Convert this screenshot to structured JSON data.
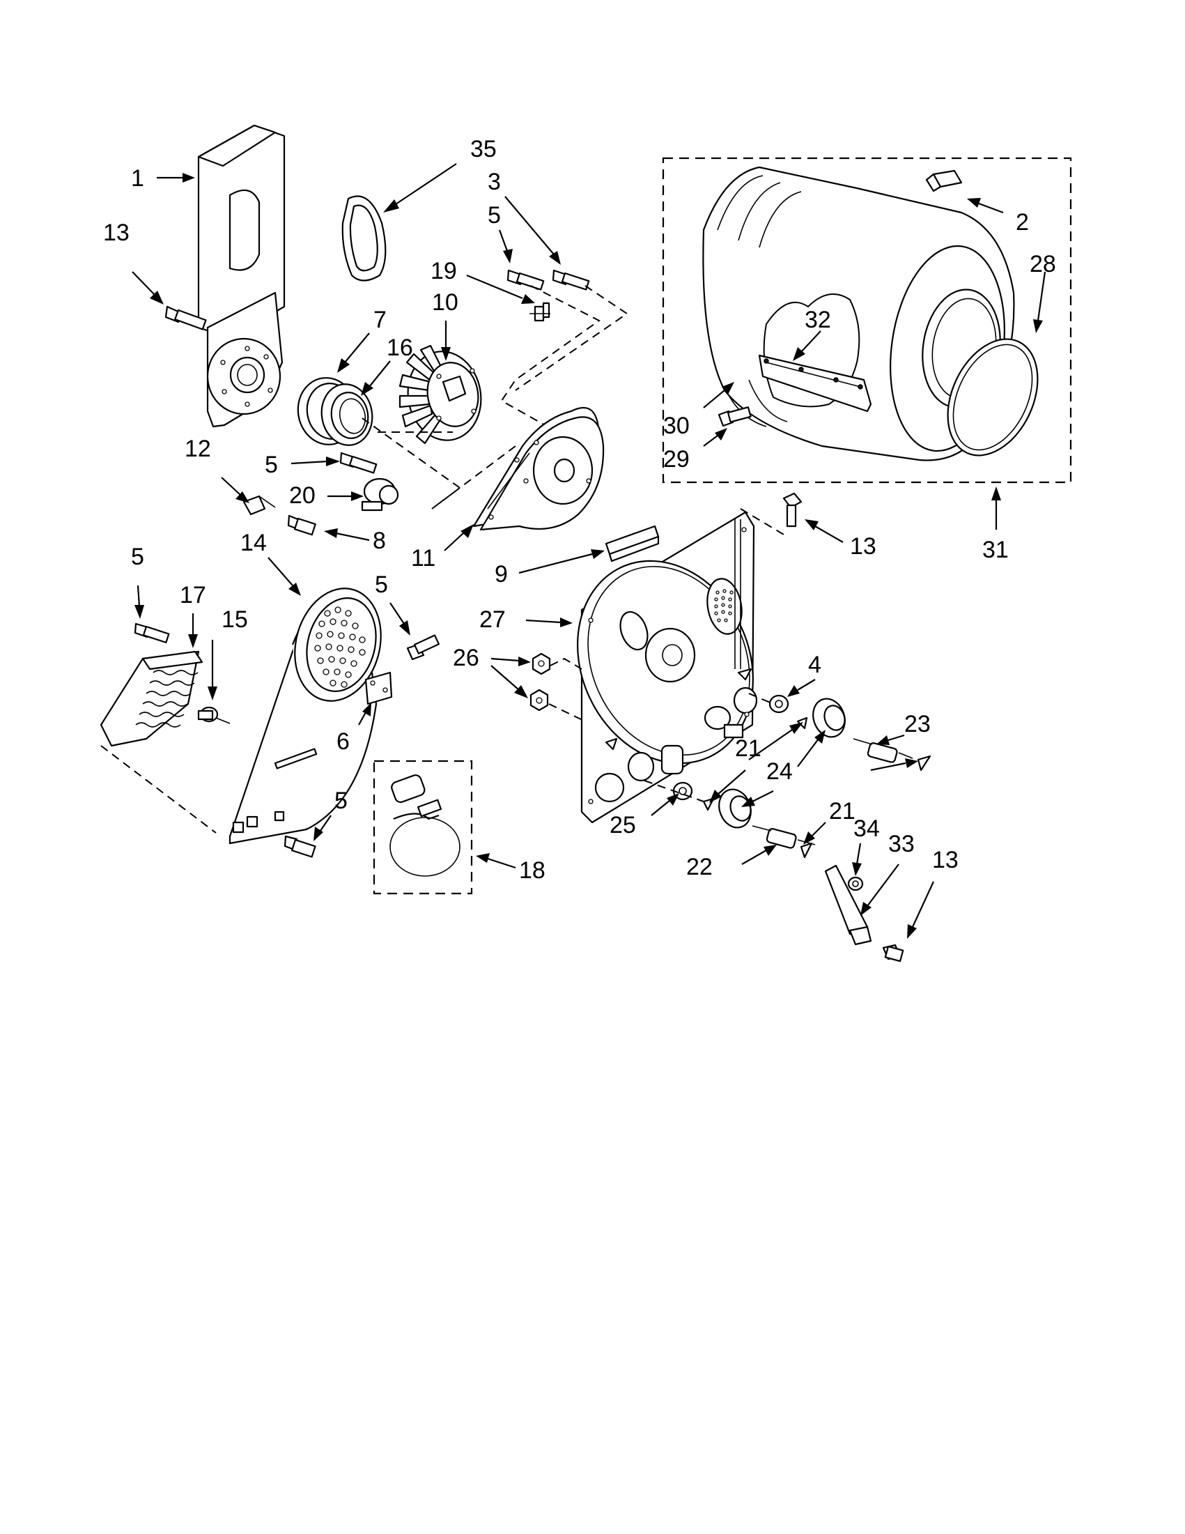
{
  "diagram": {
    "callouts": [
      {
        "id": "c1",
        "text": "1"
      },
      {
        "id": "c2",
        "text": "2"
      },
      {
        "id": "c3",
        "text": "3"
      },
      {
        "id": "c4",
        "text": "4"
      },
      {
        "id": "c5a",
        "text": "5"
      },
      {
        "id": "c5b",
        "text": "5"
      },
      {
        "id": "c5c",
        "text": "5"
      },
      {
        "id": "c5d",
        "text": "5"
      },
      {
        "id": "c5e",
        "text": "5"
      },
      {
        "id": "c6",
        "text": "6"
      },
      {
        "id": "c7",
        "text": "7"
      },
      {
        "id": "c8",
        "text": "8"
      },
      {
        "id": "c9",
        "text": "9"
      },
      {
        "id": "c10",
        "text": "10"
      },
      {
        "id": "c11",
        "text": "11"
      },
      {
        "id": "c12",
        "text": "12"
      },
      {
        "id": "c13a",
        "text": "13"
      },
      {
        "id": "c13b",
        "text": "13"
      },
      {
        "id": "c13c",
        "text": "13"
      },
      {
        "id": "c14",
        "text": "14"
      },
      {
        "id": "c15",
        "text": "15"
      },
      {
        "id": "c16",
        "text": "16"
      },
      {
        "id": "c17",
        "text": "17"
      },
      {
        "id": "c18",
        "text": "18"
      },
      {
        "id": "c19",
        "text": "19"
      },
      {
        "id": "c20",
        "text": "20"
      },
      {
        "id": "c21a",
        "text": "21"
      },
      {
        "id": "c21b",
        "text": "21"
      },
      {
        "id": "c22",
        "text": "22"
      },
      {
        "id": "c23",
        "text": "23"
      },
      {
        "id": "c24",
        "text": "24"
      },
      {
        "id": "c25",
        "text": "25"
      },
      {
        "id": "c26",
        "text": "26"
      },
      {
        "id": "c27",
        "text": "27"
      },
      {
        "id": "c28",
        "text": "28"
      },
      {
        "id": "c29",
        "text": "29"
      },
      {
        "id": "c30",
        "text": "30"
      },
      {
        "id": "c31",
        "text": "31"
      },
      {
        "id": "c32",
        "text": "32"
      },
      {
        "id": "c33",
        "text": "33"
      },
      {
        "id": "c34",
        "text": "34"
      },
      {
        "id": "c35",
        "text": "35"
      }
    ]
  }
}
